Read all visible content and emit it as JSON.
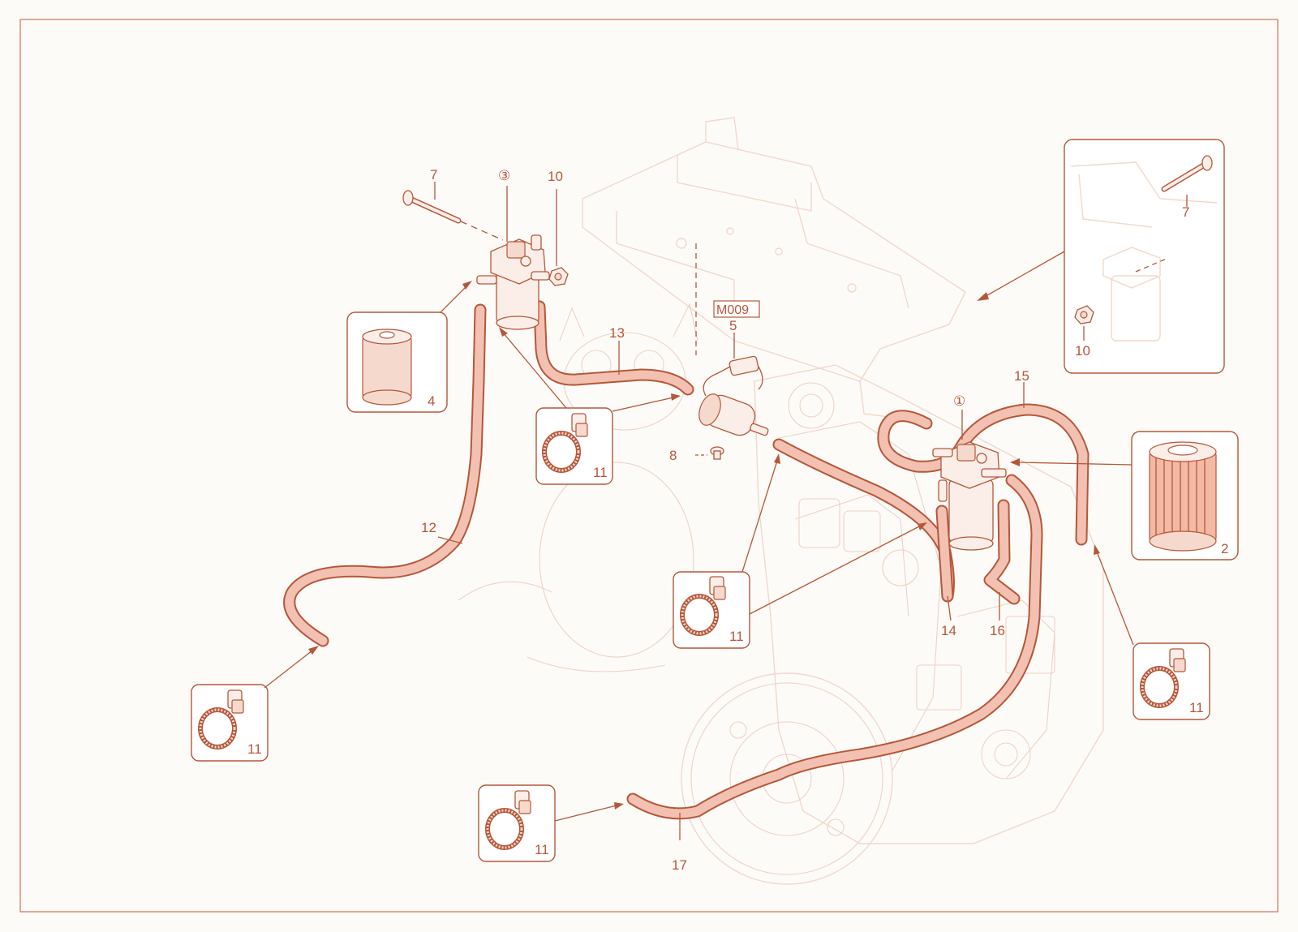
{
  "reference_code": "M009",
  "callouts": {
    "c7_left": "7",
    "c3": "③",
    "c10_top": "10",
    "c13": "13",
    "c5": "5",
    "c8": "8",
    "c12": "12",
    "c4": "4",
    "c11_a": "11",
    "c11_b": "11",
    "c11_c": "11",
    "c11_d": "11",
    "c11_e": "11",
    "c1": "①",
    "c15": "15",
    "c2": "2",
    "c14": "14",
    "c16": "16",
    "c17": "17",
    "c7_inset": "7",
    "c10_inset": "10"
  },
  "icons": {
    "filter_element": "filter-element-icon",
    "hose_clamp": "hose-clamp-icon",
    "fuel_filter_assembly": "fuel-filter-assembly-icon",
    "fuel_pump": "fuel-pump-icon"
  },
  "colors": {
    "accent": "#b5573a",
    "hose_fill": "#f2c1b1",
    "ghost_engine": "#f0d8cc",
    "background": "#fdfbf8"
  }
}
